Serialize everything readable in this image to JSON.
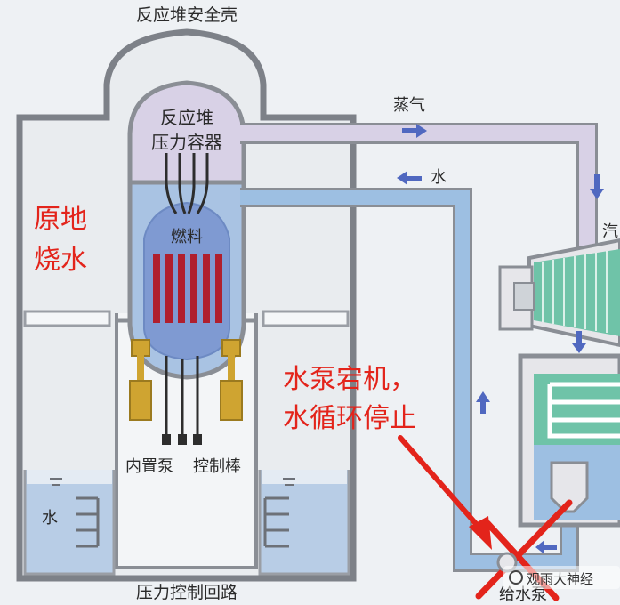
{
  "labels": {
    "containment": "反应堆安全壳",
    "vessel_line1": "反应堆",
    "vessel_line2": "压力容器",
    "fuel": "燃料",
    "steam": "蒸气",
    "water_top": "水",
    "steam_right": "汽",
    "water_pool": "水",
    "internal_pump": "内置泵",
    "control_rods": "控制棒",
    "loop": "压力控制回路",
    "feed_pump": "给水泵"
  },
  "annotations": {
    "boil_line1": "原地",
    "boil_line2": "烧水",
    "fail_line1": "水泵宕机，",
    "fail_line2": "水循环停止"
  },
  "watermark": "观雨大神经",
  "colors": {
    "annotation_red": "#e3241b",
    "water_blue": "#a9c3e3",
    "pipe_blue": "#9dbfe2",
    "steam_lavender": "#d8d1e6",
    "arrow_blue": "#5068c0",
    "fuel_red": "#b01f2e",
    "pump_gold": "#cfa431",
    "turbine_green": "#6fc3a8"
  }
}
